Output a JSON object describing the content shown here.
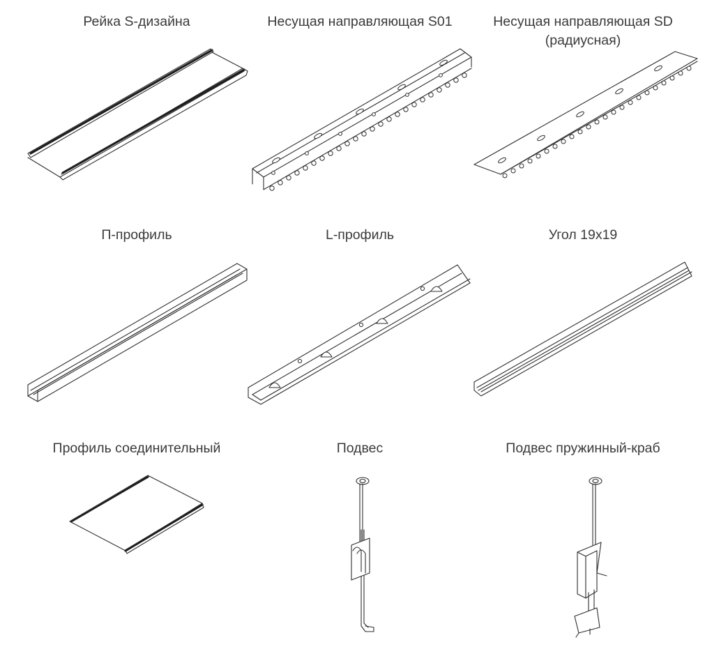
{
  "items": [
    {
      "title": "Рейка S-дизайна",
      "icon": "s-design-rail-drawing"
    },
    {
      "title": "Несущая направляющая S01",
      "icon": "carrier-rail-s01-drawing"
    },
    {
      "title": "Несущая направляющая SD\n(радиусная)",
      "icon": "carrier-rail-sd-radial-drawing"
    },
    {
      "title": "П-профиль",
      "icon": "p-profile-drawing"
    },
    {
      "title": "L-профиль",
      "icon": "l-profile-drawing"
    },
    {
      "title": "Угол 19x19",
      "icon": "angle-19x19-drawing"
    },
    {
      "title": "Профиль соединительный",
      "icon": "connecting-profile-drawing"
    },
    {
      "title": "Подвес",
      "icon": "hanger-drawing"
    },
    {
      "title": "Подвес пружинный-краб",
      "icon": "spring-crab-hanger-drawing"
    }
  ]
}
